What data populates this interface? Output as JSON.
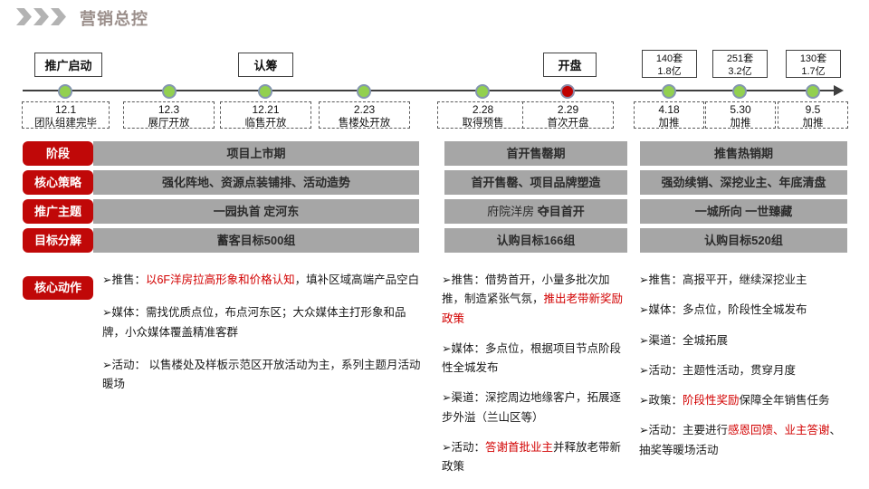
{
  "title": "营销总控",
  "colors": {
    "accent_red": "#c00808",
    "highlight_red": "#d20000",
    "bar_gray": "#a6a6a6",
    "dot_green": "#92d050",
    "dot_red": "#c00000",
    "timeline_line": "#3f3f3f"
  },
  "timeline": {
    "milestones": [
      {
        "label": "推广启动"
      },
      {
        "label": "认筹"
      },
      {
        "label": "开盘"
      }
    ],
    "batches": [
      {
        "line1": "140套",
        "line2": "1.8亿"
      },
      {
        "line1": "251套",
        "line2": "3.2亿"
      },
      {
        "line1": "130套",
        "line2": "1.7亿"
      }
    ],
    "events": [
      {
        "date": "12.1",
        "desc": "团队组建完毕"
      },
      {
        "date": "12.3",
        "desc": "展厅开放"
      },
      {
        "date": "12.21",
        "desc": "临售开放"
      },
      {
        "date": "2.23",
        "desc": "售楼处开放"
      },
      {
        "date": "2.28",
        "desc": "取得预售"
      },
      {
        "date": "2.29",
        "desc": "首次开盘"
      },
      {
        "date": "4.18",
        "desc": "加推"
      },
      {
        "date": "5.30",
        "desc": "加推"
      },
      {
        "date": "9.5",
        "desc": "加推"
      }
    ]
  },
  "rows": {
    "labels": [
      "阶段",
      "核心策略",
      "推广主题",
      "目标分解"
    ],
    "phase": [
      "项目上市期",
      "首开售罄期",
      "推售热销期"
    ],
    "strategy": [
      "强化阵地、资源点装铺排、活动造势",
      "首开售罄、项目品牌塑造",
      "强劲续销、深挖业主、年底清盘"
    ],
    "theme": [
      "一园执首 定河东",
      "一城所向 一世臻藏"
    ],
    "theme_col2": {
      "part1": "府院洋房",
      "part2": " 夺目首开"
    },
    "target": [
      "蓄客目标500组",
      "认购目标166组",
      "认购目标520组"
    ]
  },
  "actions": {
    "label": "核心动作",
    "col1": [
      {
        "segments": [
          {
            "t": "➢推售："
          },
          {
            "t": "以6F洋房拉高形象和价格认知",
            "red": true
          },
          {
            "t": "，填补区域高端产品空白"
          }
        ]
      },
      {
        "segments": [
          {
            "t": "➢媒体：需找优质点位，布点河东区；大众媒体主打形象和品牌，小众媒体覆盖精准客群"
          }
        ]
      },
      {
        "segments": [
          {
            "t": "➢活动： 以售楼处及样板示范区开放活动为主，系列主题月活动暖场"
          }
        ]
      }
    ],
    "col2": [
      {
        "segments": [
          {
            "t": "➢推售：借势首开，小量多批次加推，制造紧张气氛，"
          },
          {
            "t": "推出老带新奖励政策",
            "red": true
          }
        ]
      },
      {
        "segments": [
          {
            "t": "➢媒体：多点位，根据项目节点阶段性全城发布"
          }
        ]
      },
      {
        "segments": [
          {
            "t": "➢渠道：深挖周边地缘客户，拓展逐步外溢（兰山区等）"
          }
        ]
      },
      {
        "segments": [
          {
            "t": "➢活动："
          },
          {
            "t": "答谢首批业主",
            "red": true
          },
          {
            "t": "并释放老带新政策"
          }
        ]
      }
    ],
    "col3": [
      {
        "segments": [
          {
            "t": "➢推售：高报平开，继续深挖业主"
          }
        ]
      },
      {
        "segments": [
          {
            "t": "➢媒体：多点位，阶段性全城发布"
          }
        ]
      },
      {
        "segments": [
          {
            "t": "➢渠道：全城拓展"
          }
        ]
      },
      {
        "segments": [
          {
            "t": "➢活动：主题性活动，贯穿月度"
          }
        ]
      },
      {
        "segments": [
          {
            "t": "➢政策："
          },
          {
            "t": "阶段性奖励",
            "red": true
          },
          {
            "t": "保障全年销售任务"
          }
        ]
      },
      {
        "segments": [
          {
            "t": "➢活动：主要进行"
          },
          {
            "t": "感恩回馈、业主答谢",
            "red": true
          },
          {
            "t": "、抽奖等暖场活动"
          }
        ]
      }
    ]
  }
}
